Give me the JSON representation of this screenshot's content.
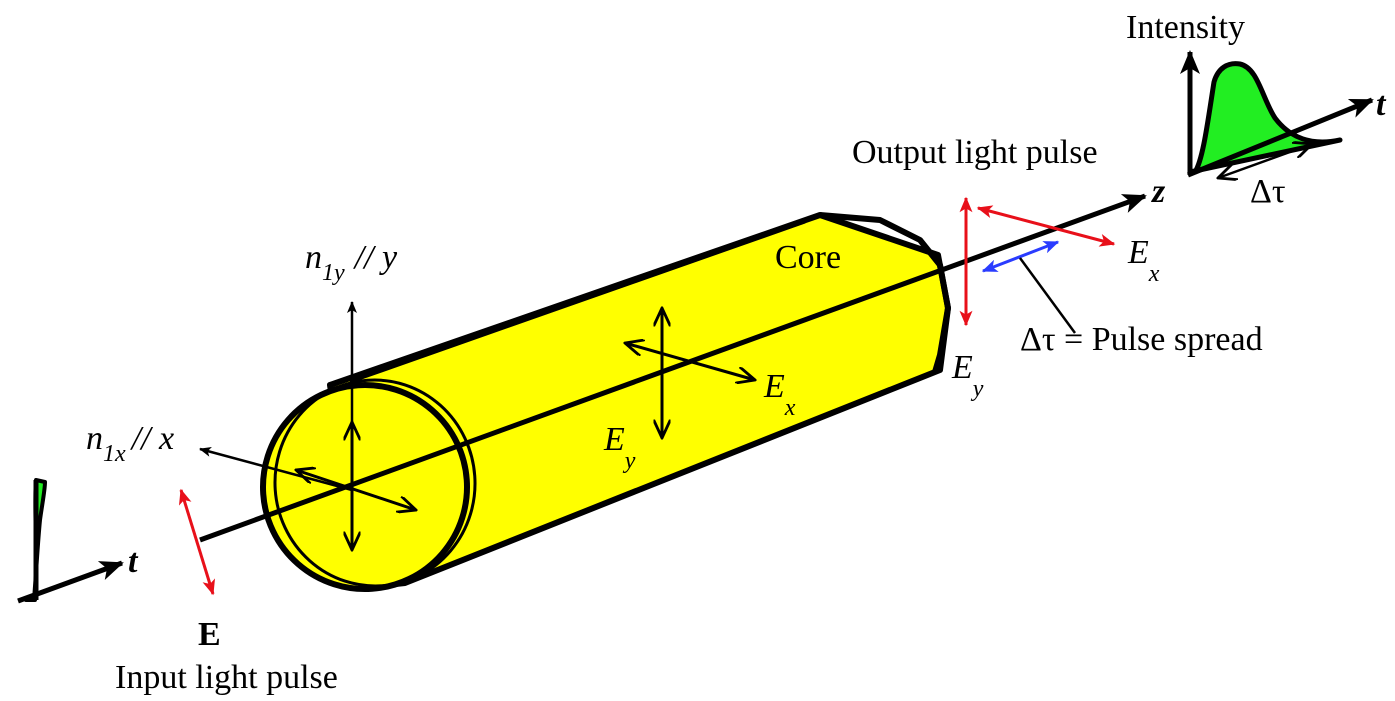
{
  "labels": {
    "intensity": "Intensity",
    "t_output": "t",
    "t_input": "t",
    "z_axis": "z",
    "output_pulse": "Output light pulse",
    "delta_tau": "Δτ",
    "core": "Core",
    "n1y_n": "n",
    "n1y_sub": "1y",
    "n1y_rest": "// y",
    "n1x_n": "n",
    "n1x_sub": "1x",
    "n1x_rest": "// x",
    "ex_mid_e": "E",
    "ex_mid_sub": "x",
    "ey_mid_e": "E",
    "ey_mid_sub": "y",
    "ex_out_e": "E",
    "ex_out_sub": "x",
    "ey_out_e": "E",
    "ey_out_sub": "y",
    "pulse_spread": "Δτ = Pulse spread",
    "e_field": "E",
    "input_pulse": "Input light pulse"
  },
  "colors": {
    "core_fill": "#ffff00",
    "pulse_fill": "#22ee22",
    "red_arrow": "#e8101a",
    "blue_arrow": "#2a3cff",
    "outline": "#000000"
  }
}
